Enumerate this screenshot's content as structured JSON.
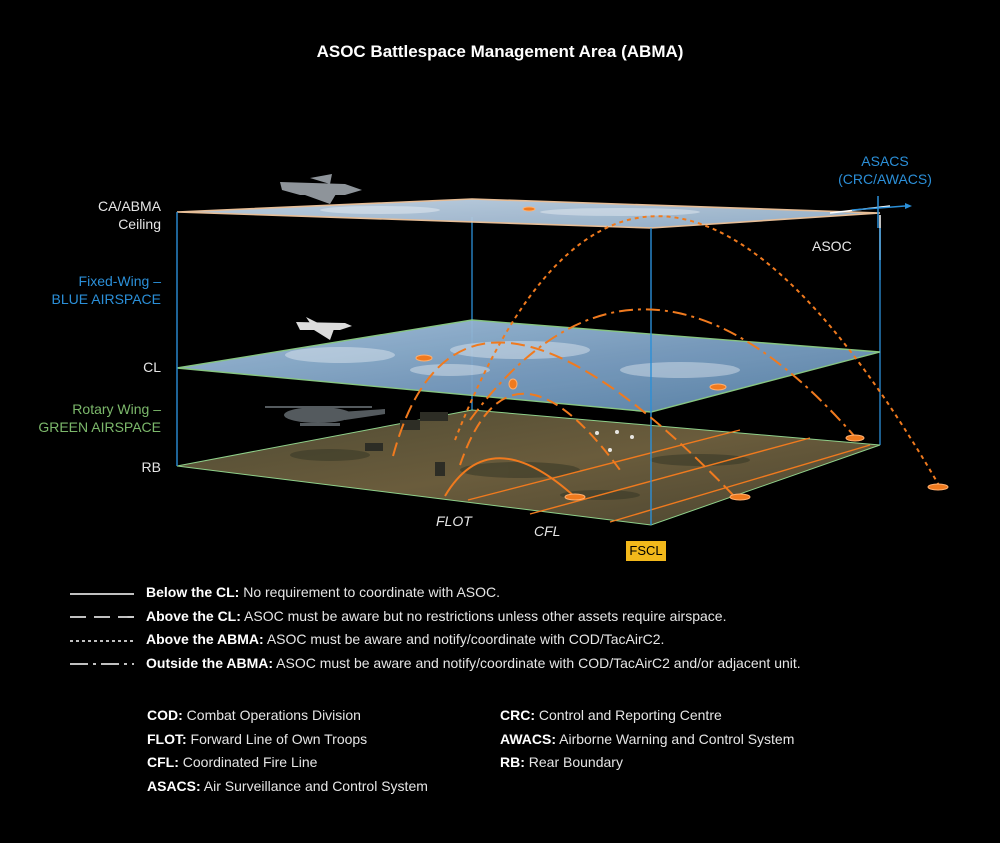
{
  "title": "ASOC Battlespace Management Area (ABMA)",
  "layers": {
    "ceiling": [
      "CA/ABMA",
      "Ceiling"
    ],
    "fixed_wing": [
      "Fixed-Wing –",
      "BLUE AIRSPACE"
    ],
    "cl": "CL",
    "rotary": [
      "Rotary Wing –",
      "GREEN AIRSPACE"
    ],
    "rb": "RB"
  },
  "asacs": [
    "ASACS",
    "(CRC/AWACS)"
  ],
  "asoc": "ASOC",
  "ground_lines": {
    "flot": "FLOT",
    "cfl": "CFL",
    "fscl": "FSCL"
  },
  "colors": {
    "ceiling_edge": "#f4c9a0",
    "cl_edge": "#8fd08a",
    "box_edge": "#2b8fd8",
    "trajectory": "#f07a1e",
    "fscl": "#f2b81b"
  },
  "legend": [
    {
      "style": "solid",
      "term": "Below the CL:",
      "text": "No requirement to coordinate with ASOC."
    },
    {
      "style": "dashed",
      "term": "Above the CL:",
      "text": "ASOC must be aware but no restrictions unless other assets require airspace."
    },
    {
      "style": "dotted",
      "term": "Above the ABMA:",
      "text": "ASOC must be aware and notify/coordinate with COD/TacAirC2."
    },
    {
      "style": "dash-dot",
      "term": "Outside the ABMA:",
      "text": "ASOC must be aware and notify/coordinate with COD/TacAirC2 and/or adjacent unit."
    }
  ],
  "abbreviations_left": [
    {
      "term": "COD:",
      "text": "Combat Operations Division"
    },
    {
      "term": "FLOT:",
      "text": "Forward Line of Own Troops"
    },
    {
      "term": "CFL:",
      "text": "Coordinated Fire Line"
    },
    {
      "term": "ASACS:",
      "text": "Air Surveillance and Control System"
    }
  ],
  "abbreviations_right": [
    {
      "term": "CRC:",
      "text": "Control and Reporting Centre"
    },
    {
      "term": "AWACS:",
      "text": "Airborne Warning and Control System"
    },
    {
      "term": "RB:",
      "text": "Rear Boundary"
    }
  ]
}
